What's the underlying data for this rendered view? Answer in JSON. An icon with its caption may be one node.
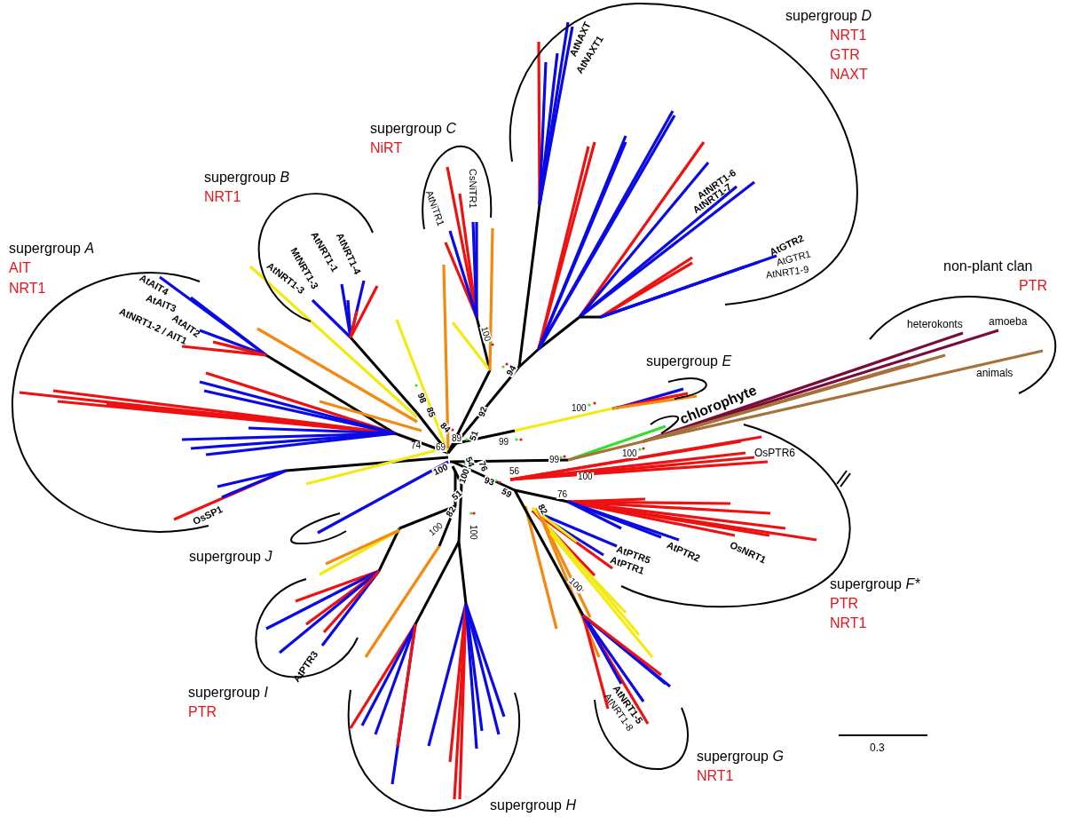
{
  "diagram": {
    "labels": [
      "supergroup D",
      "NRT1",
      "GTR",
      "NAXT",
      "AtNAXT",
      "AtNAXT1",
      "supergroup C",
      "NiRT",
      "CsNiTR1",
      "AtNiTR1",
      "supergroup B",
      "NRT1",
      "AtNRT1-6",
      "AtNRT1-7",
      "AtNRT1-4",
      "AtNRT1-1",
      "MtNRT1-3",
      "AtNRT1-3",
      "AtGTR2",
      "AtGTR1",
      "AtNRT1-9",
      "supergroup A",
      "AIT",
      "NRT1",
      "non-plant clan",
      "PTR",
      "heterokonts",
      "amoeba",
      "animals",
      "AtAIT4",
      "AtAIT3",
      "AtAIT2",
      "AtNRT1-2 / AIT1",
      "100",
      "98",
      "85",
      "84",
      "94",
      "92",
      "supergroup E",
      "100",
      "chlorophyte",
      "89",
      "51",
      "74",
      "69",
      "99",
      "99",
      "100",
      "OsPTR6",
      "100",
      "54",
      "76",
      "56",
      "100",
      "100",
      "93",
      "59",
      "76",
      "82",
      "OsSP1",
      "51",
      "82",
      "100",
      "100",
      "AtPTR5",
      "AtPTR2",
      "OsNRT1",
      "AtPTR1",
      "supergroup J",
      "100",
      "supergroup F*",
      "PTR",
      "NRT1",
      "AtPTR3",
      "supergroup I",
      "PTR",
      "AtNRT1-5",
      "AtNRT1-8",
      "0.3",
      "supergroup G",
      "NRT1",
      "supergroup H"
    ]
  }
}
